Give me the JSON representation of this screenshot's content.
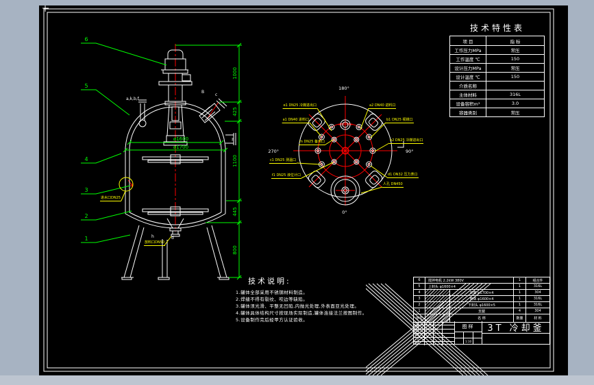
{
  "colors": {
    "green": "#00ff00",
    "red": "#ff0000",
    "yellow": "#ffff00",
    "white": "#ffffff",
    "canvas": "#000000",
    "frame": "#a7b3c2"
  },
  "tech_table": {
    "title": "技术特性表",
    "rows": [
      {
        "label": "项  目",
        "value": "指  标"
      },
      {
        "label": "工作压力MPa",
        "value": "常压"
      },
      {
        "label": "工作温度 ℃",
        "value": "150"
      },
      {
        "label": "设计压力MPa",
        "value": "常压"
      },
      {
        "label": "设计温度 ℃",
        "value": "150"
      },
      {
        "label": "介质名称",
        "value": ""
      },
      {
        "label": "主体材料",
        "value": "316L"
      },
      {
        "label": "设备容积m³",
        "value": "3.0"
      },
      {
        "label": "容器类别",
        "value": "常压"
      }
    ]
  },
  "notes": {
    "title": "技术说明:",
    "lines": [
      "1.罐体全部采用不锈钢材料制造。",
      "2.焊缝不得有裂纹、咬边等缺陷。",
      "3.罐体须光滑、平整无凹陷,内抛光处理,外表面亚光处理。",
      "4.罐体具体结构尺寸按现场实际制造,罐体连接法兰按图制作。",
      "5.设备制作完后经甲方认证验收。"
    ]
  },
  "bom": {
    "header": {
      "no": "序号",
      "name": "名  称",
      "qty": "数量",
      "material": "材 料"
    },
    "rows": [
      {
        "no": "6",
        "name": "搅拌电机  2.2kW  380V",
        "qty": "1",
        "material": "组合件"
      },
      {
        "no": "5",
        "name": "上封头  φ1600×4",
        "qty": "1",
        "material": "316L"
      },
      {
        "no": "4",
        "name": "夹套  φ1700×4",
        "qty": "1",
        "material": "304"
      },
      {
        "no": "3",
        "name": "筒体  φ1600×4",
        "qty": "1",
        "material": "316L"
      },
      {
        "no": "2",
        "name": "下封头  φ1600×5",
        "qty": "1",
        "material": "316L"
      },
      {
        "no": "1",
        "name": "支腿",
        "qty": "4",
        "material": "304"
      }
    ]
  },
  "title_block": {
    "drawing_title": "3T 冷却釜",
    "company": "图样",
    "scale": "1:10",
    "sig_rows": [
      "设计",
      "制图",
      "校对",
      "审核",
      "工艺",
      "批准"
    ]
  },
  "elevation": {
    "balloons": [
      "6",
      "5",
      "4",
      "3",
      "2",
      "1"
    ],
    "dims_right": [
      "1000",
      "425",
      "1100",
      "445",
      "800"
    ],
    "dia_dims": [
      "ø1600",
      "ø1700"
    ],
    "letters": {
      "top_left": "a,k,b,f",
      "nozzle_b": "B",
      "nozzle_c": "c",
      "side": "h",
      "bottom_h": "h",
      "bottom_d": "d"
    },
    "yellow_jacket_label": "进水口DN25",
    "yellow_drain_label": "放料口DN50"
  },
  "plan": {
    "angles": {
      "top": "180°",
      "left": "270°",
      "right": "90°",
      "bottom": "0°"
    },
    "labels_left": [
      "e1 DN25 冷媒进出口",
      "a1 DN40 进料口",
      "m DN25 备用口",
      "c1 DN25 测温口",
      "f1 DN25 液位计口"
    ],
    "labels_right": [
      "a2 DN40 进料口",
      "b1 DN25 视镜口",
      "e2 DN25 冷媒进出口",
      "d1 DN32 压力表口",
      "人孔 DN450"
    ]
  }
}
